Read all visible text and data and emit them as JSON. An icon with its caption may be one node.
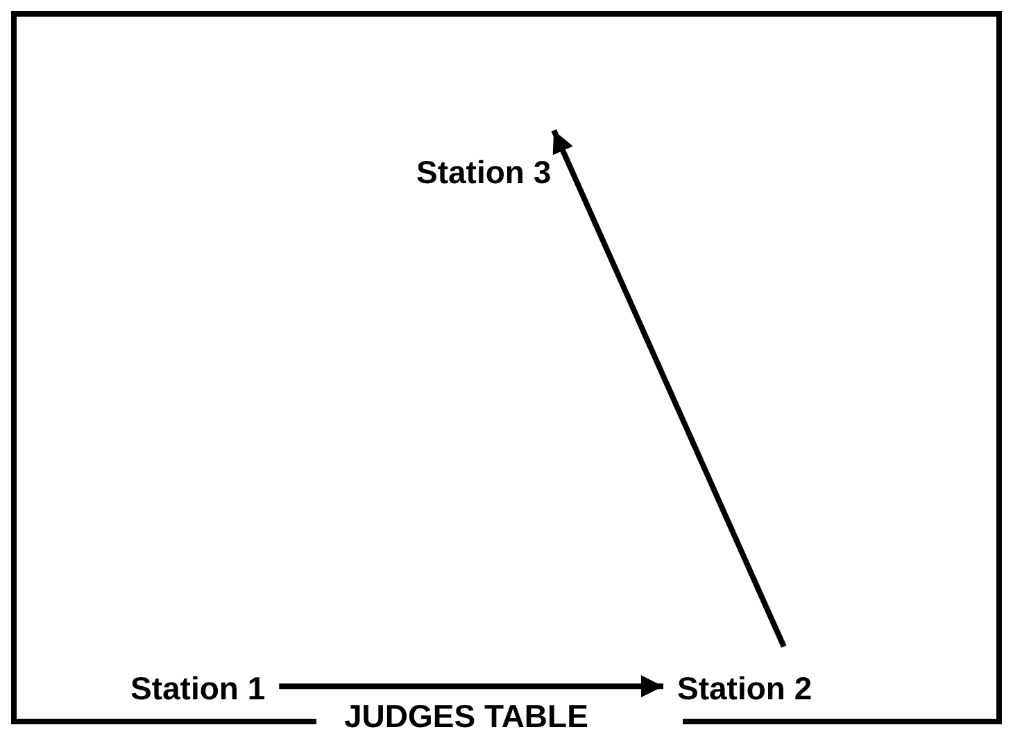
{
  "diagram": {
    "nodes": [
      {
        "text": [
          "Station 1"
        ]
      },
      {
        "text": [
          "Station 2"
        ]
      },
      {
        "text": [
          "Station 3"
        ]
      }
    ],
    "edges": [
      {
        "from": 0,
        "to": 1,
        "arrow": "to"
      },
      {
        "from": 1,
        "to": 2,
        "arrow": "to"
      }
    ],
    "labels": [
      "JUDGES TABLE"
    ]
  }
}
